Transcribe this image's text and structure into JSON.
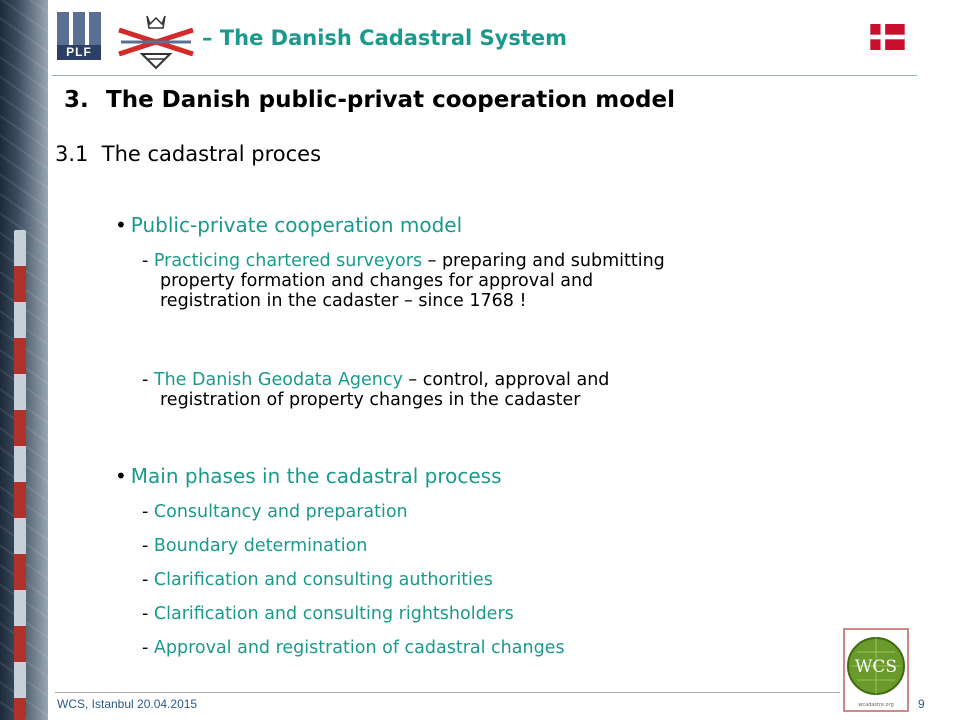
{
  "header": {
    "logo_text": "PLF",
    "title": "– The Danish Cadastral System"
  },
  "slide": {
    "section_number": "3.",
    "section_title": "The Danish public-privat cooperation model",
    "subsection": "3.1  The cadastral proces",
    "bullets": [
      {
        "label": "Public-private cooperation model",
        "items": [
          {
            "lead": "Practicing chartered surveyors",
            "rest": " – preparing and submitting",
            "continuation": [
              "property formation and changes for approval and",
              "registration in the cadaster – since 1768 !"
            ]
          },
          {
            "lead": "The Danish Geodata Agency",
            "rest": " – control, approval and",
            "continuation": [
              "registration of property changes in the cadaster"
            ]
          }
        ]
      },
      {
        "label": "Main phases in the cadastral process",
        "items": [
          "Consultancy and preparation",
          "Boundary determination",
          "Clarification and consulting authorities",
          "Clarification and consulting rightsholders",
          "Approval and registration of cadastral changes"
        ]
      }
    ]
  },
  "footer": {
    "left": "WCS, Istanbul 20.04.2015",
    "page_number": "9"
  },
  "wcs_logo": {
    "text": "WCS",
    "subtext": "wcadastre.org"
  },
  "colors": {
    "accent_teal": "#1a9a8c",
    "flag_red": "#c8102e",
    "plf_blue": "#5b6f93"
  }
}
